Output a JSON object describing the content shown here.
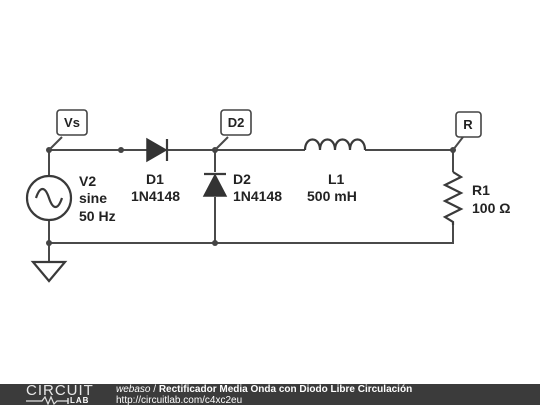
{
  "schematic": {
    "nodes": {
      "vs": "Vs",
      "d2": "D2",
      "r": "R"
    },
    "v2": {
      "name": "V2",
      "type": "sine",
      "freq": "50 Hz"
    },
    "d1": {
      "name": "D1",
      "part": "1N4148"
    },
    "d2": {
      "name": "D2",
      "part": "1N4148"
    },
    "l1": {
      "name": "L1",
      "value": "500 mH"
    },
    "r1": {
      "name": "R1",
      "value": "100 Ω"
    }
  },
  "footer": {
    "logo_top": "CIRCUIT",
    "logo_bottom": "LAB",
    "author": "webaso",
    "separator": " / ",
    "title": "Rectificador Media Onda con Diodo Libre Circulación",
    "url": "http://circuitlab.com/c4xc2eu"
  }
}
